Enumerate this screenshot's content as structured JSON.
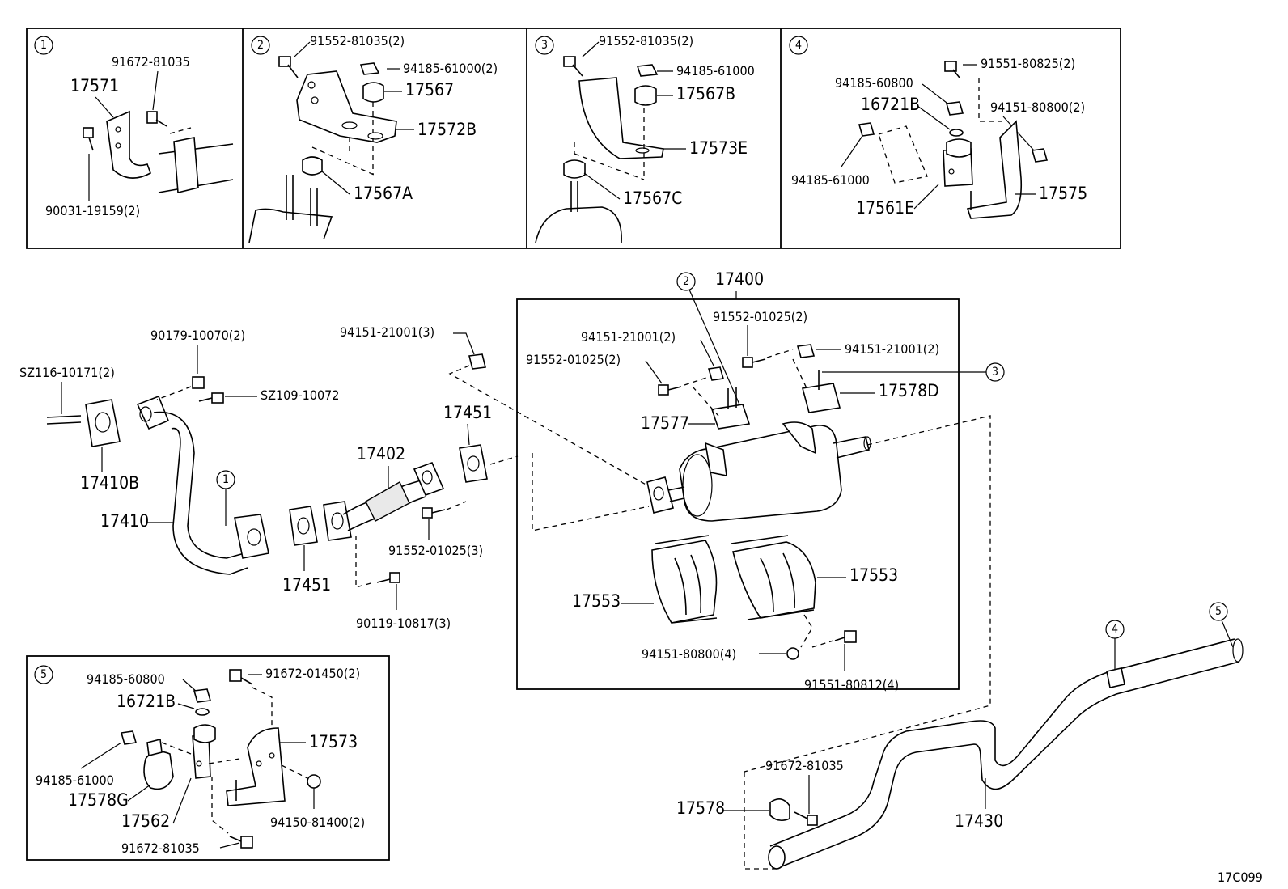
{
  "diagram_code": "17C099",
  "insets": [
    {
      "id": "inset-1",
      "number": "1",
      "labels": [
        "91672-81035",
        "17571",
        "90031-19159(2)"
      ]
    },
    {
      "id": "inset-2",
      "number": "2",
      "labels": [
        "91552-81035(2)",
        "94185-61000(2)",
        "17567",
        "17572B",
        "17567A"
      ]
    },
    {
      "id": "inset-3",
      "number": "3",
      "labels": [
        "91552-81035(2)",
        "94185-61000",
        "17567B",
        "17573E",
        "17567C"
      ]
    },
    {
      "id": "inset-4",
      "number": "4",
      "labels": [
        "91551-80825(2)",
        "94185-60800",
        "16721B",
        "94151-80800(2)",
        "94185-61000",
        "17575",
        "17561E"
      ]
    },
    {
      "id": "inset-5",
      "number": "5",
      "labels": [
        "94185-60800",
        "91672-01450(2)",
        "16721B",
        "17573",
        "94185-61000",
        "17578G",
        "17562",
        "94150-81400(2)",
        "91672-81035"
      ]
    }
  ],
  "main_labels": {
    "p17400": "17400",
    "p91552_01025_2a": "91552-01025(2)",
    "p94151_21001_2a": "94151-21001(2)",
    "p91552_01025_2b": "91552-01025(2)",
    "p94151_21001_2b": "94151-21001(2)",
    "p17578D": "17578D",
    "p17577": "17577",
    "p94151_21001_3": "94151-21001(3)",
    "p90179": "90179-10070(2)",
    "pSZ116": "SZ116-10171(2)",
    "pSZ109": "SZ109-10072",
    "p17410B": "17410B",
    "p17410": "17410",
    "p17451a": "17451",
    "p17451b": "17451",
    "p17402": "17402",
    "p91552_01025_3": "91552-01025(3)",
    "p90119": "90119-10817(3)",
    "p17553a": "17553",
    "p17553b": "17553",
    "p94151_80800_4": "94151-80800(4)",
    "p91551_80812_4": "91551-80812(4)",
    "p91672_81035": "91672-81035",
    "p17578": "17578",
    "p17430": "17430"
  },
  "callouts": {
    "c1": "1",
    "c2": "2",
    "c3": "3",
    "c4": "4",
    "c5": "5"
  }
}
